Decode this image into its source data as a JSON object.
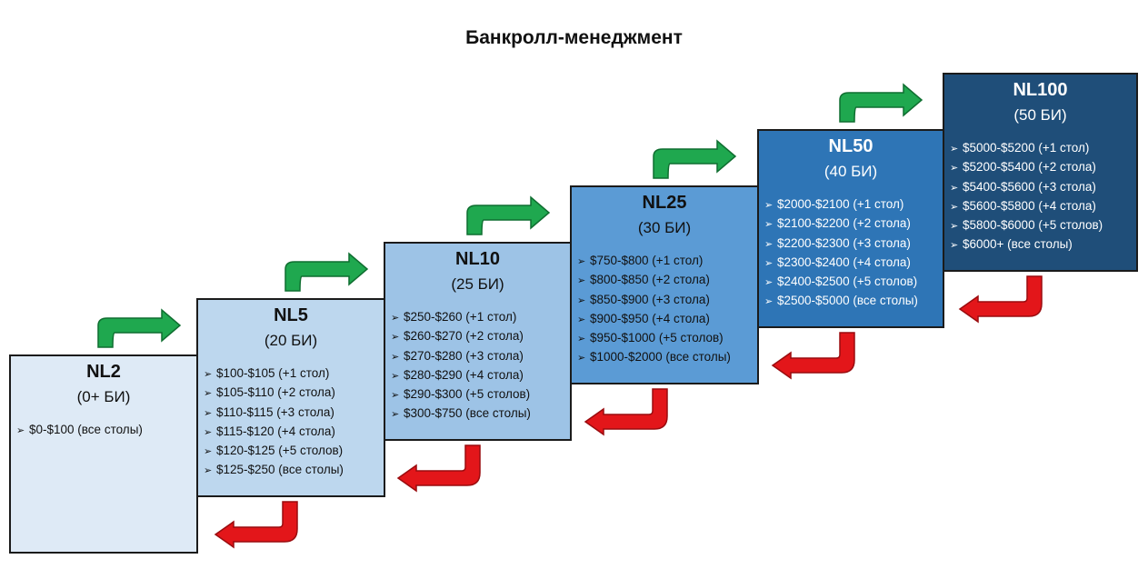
{
  "title": "Банкролл-менеджмент",
  "colors": {
    "promote_arrow": "#1fa84f",
    "demote_arrow": "#e3161a",
    "border": "#1b1b1b"
  },
  "bullet_icon": "arrowhead-bullet",
  "bullet_symbol": "➢",
  "levels": [
    {
      "name": "NL2",
      "buyins": "(0+ БИ)",
      "bg": "#deeaf6",
      "text_color": "#111111",
      "rules": [
        "$0-$100 (все столы)"
      ]
    },
    {
      "name": "NL5",
      "buyins": "(20 БИ)",
      "bg": "#bdd7ee",
      "text_color": "#111111",
      "rules": [
        "$100-$105 (+1 стол)",
        "$105-$110 (+2 стола)",
        "$110-$115 (+3 стола)",
        "$115-$120 (+4 стола)",
        "$120-$125 (+5 столов)",
        "$125-$250 (все столы)"
      ]
    },
    {
      "name": "NL10",
      "buyins": "(25 БИ)",
      "bg": "#9dc3e6",
      "text_color": "#111111",
      "rules": [
        "$250-$260 (+1 стол)",
        "$260-$270 (+2 стола)",
        "$270-$280 (+3 стола)",
        "$280-$290 (+4 стола)",
        "$290-$300 (+5 столов)",
        "$300-$750 (все столы)"
      ]
    },
    {
      "name": "NL25",
      "buyins": "(30 БИ)",
      "bg": "#5b9bd5",
      "text_color": "#111111",
      "rules": [
        "$750-$800 (+1 стол)",
        "$800-$850 (+2 стола)",
        "$850-$900 (+3 стола)",
        "$900-$950 (+4 стола)",
        "$950-$1000 (+5 столов)",
        "$1000-$2000 (все столы)"
      ]
    },
    {
      "name": "NL50",
      "buyins": "(40 БИ)",
      "bg": "#2e75b6",
      "text_color": "#ffffff",
      "rules": [
        "$2000-$2100 (+1 стол)",
        "$2100-$2200 (+2 стола)",
        "$2200-$2300 (+3 стола)",
        "$2300-$2400 (+4 стола)",
        "$2400-$2500 (+5 столов)",
        "$2500-$5000 (все столы)"
      ]
    },
    {
      "name": "NL100",
      "buyins": "(50 БИ)",
      "bg": "#1f4e79",
      "text_color": "#ffffff",
      "rules": [
        "$5000-$5200 (+1 стол)",
        "$5200-$5400 (+2 стола)",
        "$5400-$5600 (+3 стола)",
        "$5600-$5800 (+4 стола)",
        "$5800-$6000 (+5 столов)",
        "$6000+ (все столы)"
      ]
    }
  ]
}
